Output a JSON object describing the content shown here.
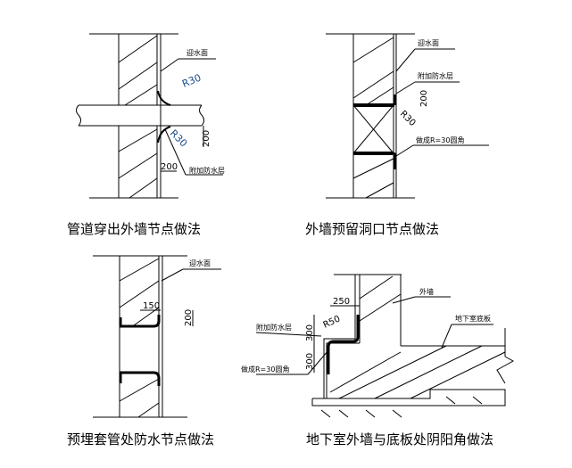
{
  "panels": [
    {
      "title": "管道穿出外墙节点做法",
      "labels": {
        "water_face": "迎水面",
        "extra_layer": "附加防水层"
      },
      "dims": {
        "r_top": "R30",
        "r_bottom": "R30",
        "vertical": "200",
        "horizontal": "200"
      }
    },
    {
      "title": "外墙预留洞口节点做法",
      "labels": {
        "water_face": "迎水面",
        "extra_layer": "附加防水层",
        "round_corner": "做成R=30圆角"
      },
      "dims": {
        "vertical": "200",
        "radius": "R30"
      }
    },
    {
      "title": "预埋套管处防水节点做法",
      "labels": {
        "water_face": "迎水面"
      },
      "dims": {
        "horizontal": "150",
        "vertical": "200"
      }
    },
    {
      "title": "地下室外墙与底板处阴阳角做法",
      "labels": {
        "outer_wall": "外墙",
        "basement_slab": "地下室底板",
        "extra_layer": "附加防水层",
        "round_corner": "做成R=30圆角"
      },
      "dims": {
        "width": "250",
        "radius": "R50",
        "upper": "300",
        "lower": "300"
      }
    }
  ]
}
